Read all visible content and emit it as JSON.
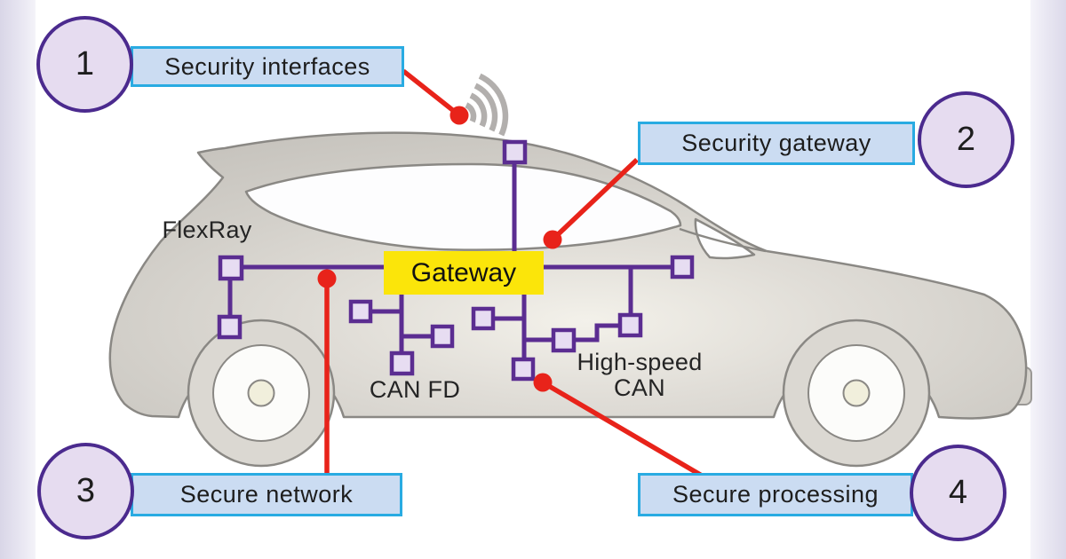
{
  "callouts": [
    {
      "number": "1",
      "label": "Security interfaces"
    },
    {
      "number": "2",
      "label": "Security gateway"
    },
    {
      "number": "3",
      "label": "Secure network"
    },
    {
      "number": "4",
      "label": "Secure processing"
    }
  ],
  "network": {
    "gateway_label": "Gateway",
    "flexray_label": "FlexRay",
    "can_fd_label": "CAN FD",
    "high_speed_line1": "High-speed",
    "high_speed_line2": "CAN"
  },
  "icons": {
    "wireless": "wifi-signal-icon",
    "nodes": "ecu-node-square",
    "pointers": "red-callout-pointer"
  },
  "colors": {
    "network_purple": "#5b2d91",
    "node_fill": "#e7ddf2",
    "pointer_red": "#e8231a",
    "gateway_yellow": "#fbe50a",
    "callout_box_fill": "#cbdcf2",
    "callout_box_border": "#29abe2",
    "circle_fill": "#e6dcf0",
    "circle_border": "#4b2a8e",
    "car_body_gray": "#d8d5cf",
    "wifi_gray": "#b2afad"
  }
}
